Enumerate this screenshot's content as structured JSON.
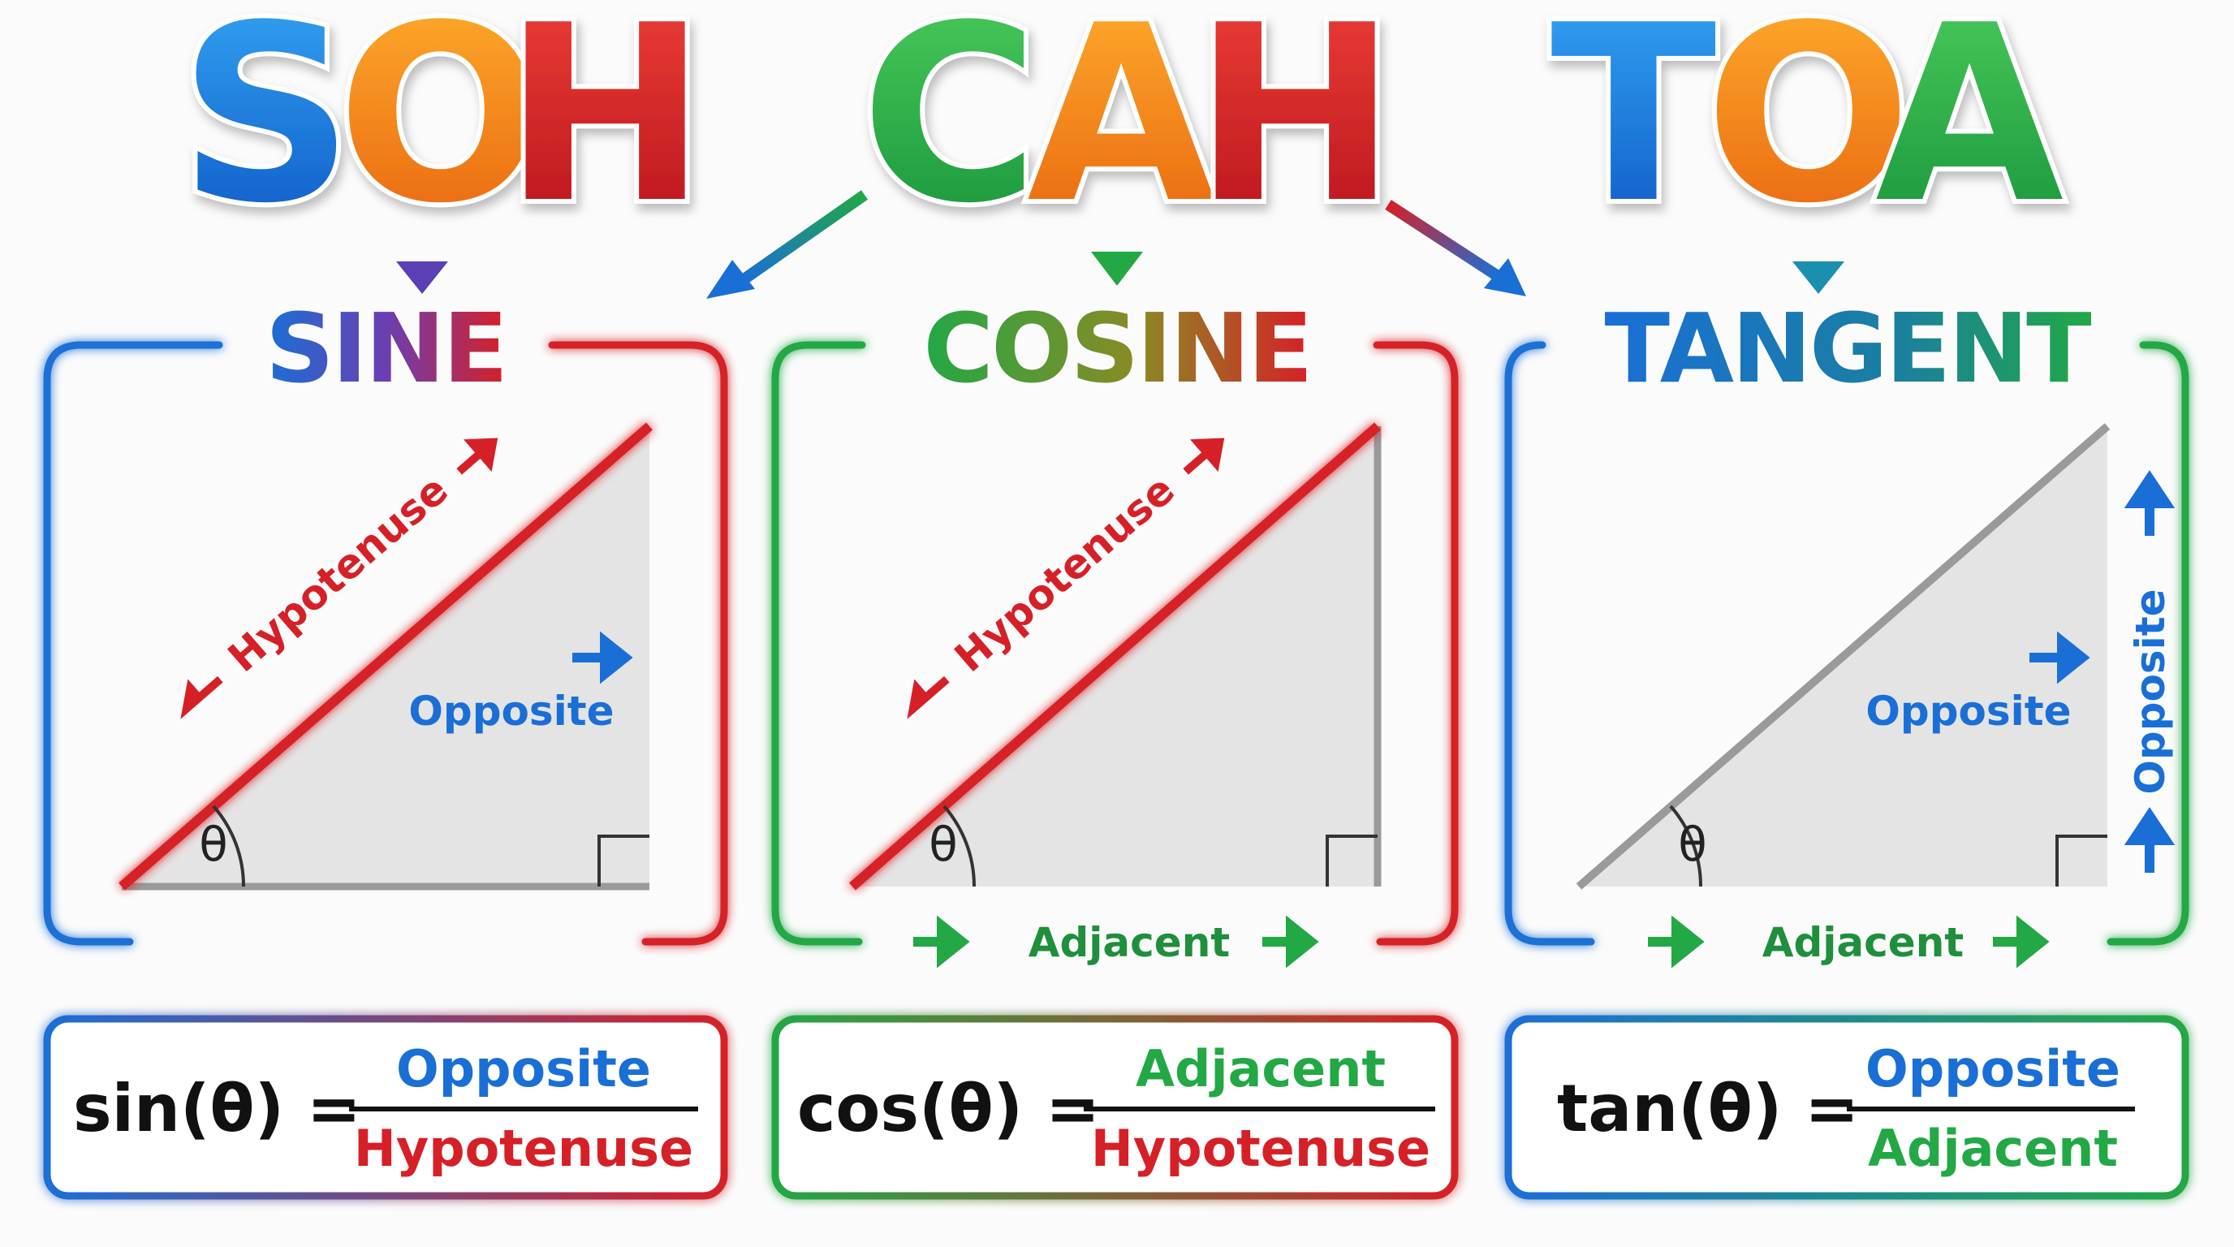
{
  "mnemonic": {
    "words": [
      {
        "letters": [
          "S",
          "O",
          "H"
        ]
      },
      {
        "letters": [
          "C",
          "A",
          "H"
        ]
      },
      {
        "letters": [
          "T",
          "O",
          "A"
        ]
      }
    ]
  },
  "panels": [
    {
      "title": "SINE",
      "hypotenuse_label": "Hypotenuse",
      "opposite_label": "Opposite",
      "theta": "θ",
      "formula": {
        "lhs": "sin(θ) =",
        "numerator": "Opposite",
        "denominator": "Hypotenuse"
      }
    },
    {
      "title": "COSINE",
      "hypotenuse_label": "Hypotenuse",
      "adjacent_label": "Adjacent",
      "theta": "θ",
      "formula": {
        "lhs": "cos(θ) =",
        "numerator": "Adjacent",
        "denominator": "Hypotenuse"
      }
    },
    {
      "title": "TANGENT",
      "opposite_label": "Opposite",
      "opposite_vertical_label": "Opposite",
      "adjacent_label": "Adjacent",
      "theta": "θ",
      "formula": {
        "lhs": "tan(θ) =",
        "numerator": "Opposite",
        "denominator": "Adjacent"
      }
    }
  ],
  "colors": {
    "blue": "#1a6fd6",
    "orange": "#f07d1a",
    "red": "#d62027",
    "green": "#22a845",
    "gray": "#9a9a9a",
    "fill": "#e4e4e4"
  }
}
